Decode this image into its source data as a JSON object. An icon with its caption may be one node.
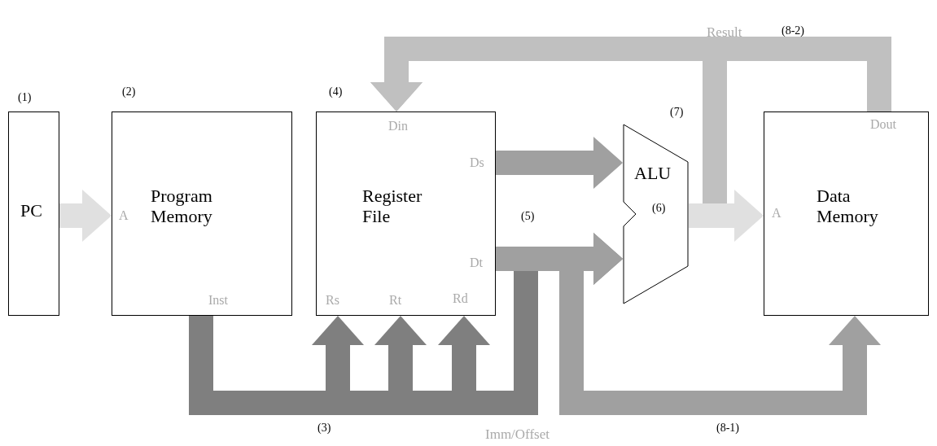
{
  "diagram": {
    "nodes": [
      {
        "text": [
          "PC"
        ],
        "beside": [
          "(1)"
        ]
      },
      {
        "text": [
          "A",
          "Program Memory",
          "Inst"
        ],
        "beside": [
          "(2)"
        ]
      },
      {
        "text": [
          "Din",
          "Ds",
          "Register File",
          "Dt",
          "Rs",
          "Rt",
          "Rd"
        ],
        "beside": [
          "(4)"
        ]
      },
      {
        "text": [
          "ALU",
          "(6)"
        ]
      },
      {
        "text": [
          "Dout",
          "A",
          "Data Memory"
        ]
      }
    ],
    "edges": [
      {
        "from": 0,
        "to": 1,
        "arrow": "to",
        "color": "#e0e0e0"
      },
      {
        "from": 1,
        "to": 2,
        "arrow": "to",
        "color": "#7f7f7f"
      },
      {
        "from": 1,
        "to": 2,
        "arrow": "to",
        "color": "#7f7f7f"
      },
      {
        "from": 1,
        "to": 2,
        "arrow": "to",
        "color": "#7f7f7f"
      },
      {
        "from": 1,
        "to": 3,
        "label": "Imm/Offset",
        "arrow": "to",
        "color": "#7f7f7f"
      },
      {
        "from": 2,
        "to": 3,
        "arrow": "to",
        "color": "#a0a0a0"
      },
      {
        "from": 2,
        "to": 3,
        "arrow": "to",
        "color": "#a0a0a0"
      },
      {
        "from": 2,
        "to": 4,
        "arrow": "to",
        "color": "#a0a0a0"
      },
      {
        "from": 3,
        "to": 4,
        "arrow": "to",
        "color": "#e0e0e0"
      },
      {
        "from": 3,
        "to": 2,
        "label": "Result",
        "arrow": "to",
        "color": "#c0c0c0"
      },
      {
        "from": 4,
        "to": 2,
        "arrow": "to",
        "color": "#c0c0c0"
      }
    ],
    "labels": [
      "(3)",
      "(5)",
      "(7)",
      "(8-1)",
      "(8-2)"
    ]
  }
}
